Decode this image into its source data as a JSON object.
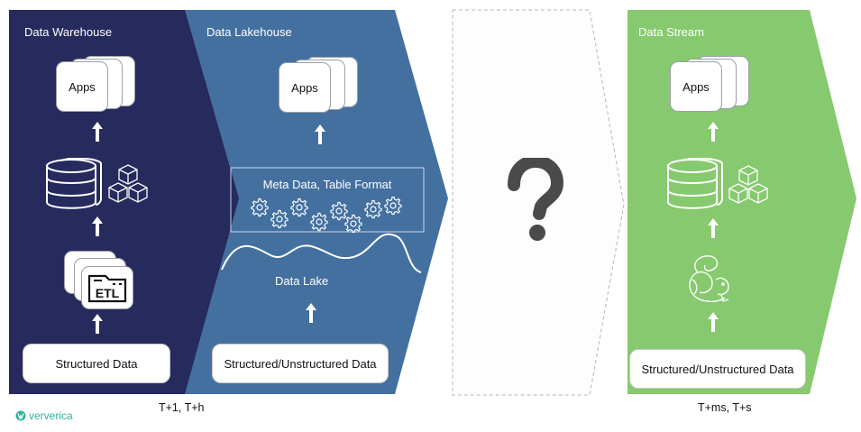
{
  "diagram": {
    "colors": {
      "warehouse": "#262a5c",
      "lakehouse": "#4470a0",
      "stream": "#86c96e",
      "unknown_border": "#b5b5b5",
      "question": "#4a4a4a",
      "brand": "#2fb39a"
    },
    "panels": [
      {
        "title": "Data Warehouse",
        "apps_label": "Apps",
        "middle_icons": [
          "database-icon",
          "cubes-icon"
        ],
        "process_label": "ETL",
        "source_label": "Structured Data",
        "latency": "T+1, T+h"
      },
      {
        "title": "Data Lakehouse",
        "apps_label": "Apps",
        "meta_label": "Meta Data, Table Format",
        "lake_label": "Data Lake",
        "source_label": "Structured/Unstructured Data"
      },
      {
        "title": "",
        "placeholder_symbol": "?"
      },
      {
        "title": "Data Stream",
        "apps_label": "Apps",
        "middle_icons": [
          "database-icon",
          "cubes-icon"
        ],
        "process_icon": "flink-squirrel-icon",
        "source_label": "Structured/Unstructured Data",
        "latency": "T+ms, T+s"
      }
    ],
    "brand": "ververica"
  }
}
